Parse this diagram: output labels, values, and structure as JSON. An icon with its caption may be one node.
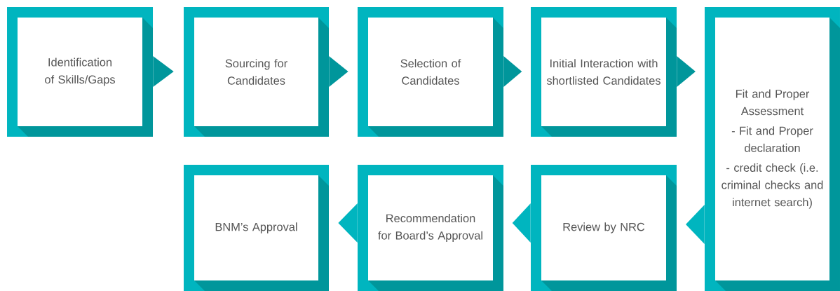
{
  "diagram": {
    "nodes": [
      {
        "text": [
          "Identification of Skills/Gaps"
        ]
      },
      {
        "text": [
          "Sourcing for Candidates"
        ]
      },
      {
        "text": [
          "Selection of Candidates"
        ]
      },
      {
        "text": [
          "Initial Interaction with shortlisted Candidates"
        ]
      },
      {
        "text": [
          "Fit and Proper Assessment",
          "- Fit and Proper declaration",
          "- credit check (i.e. criminal checks and internet search)"
        ]
      },
      {
        "text": [
          "Review by NRC"
        ]
      },
      {
        "text": [
          "Recommendation for Board’s Approval"
        ]
      },
      {
        "text": [
          "BNM’s Approval"
        ]
      }
    ],
    "edges": [
      {
        "from": 0,
        "to": 1,
        "arrow": "to"
      },
      {
        "from": 1,
        "to": 2,
        "arrow": "to"
      },
      {
        "from": 2,
        "to": 3,
        "arrow": "to"
      },
      {
        "from": 3,
        "to": 4,
        "arrow": "to"
      },
      {
        "from": 4,
        "to": 5,
        "arrow": "to"
      },
      {
        "from": 5,
        "to": 6,
        "arrow": "to"
      },
      {
        "from": 6,
        "to": 7,
        "arrow": "to"
      }
    ]
  }
}
